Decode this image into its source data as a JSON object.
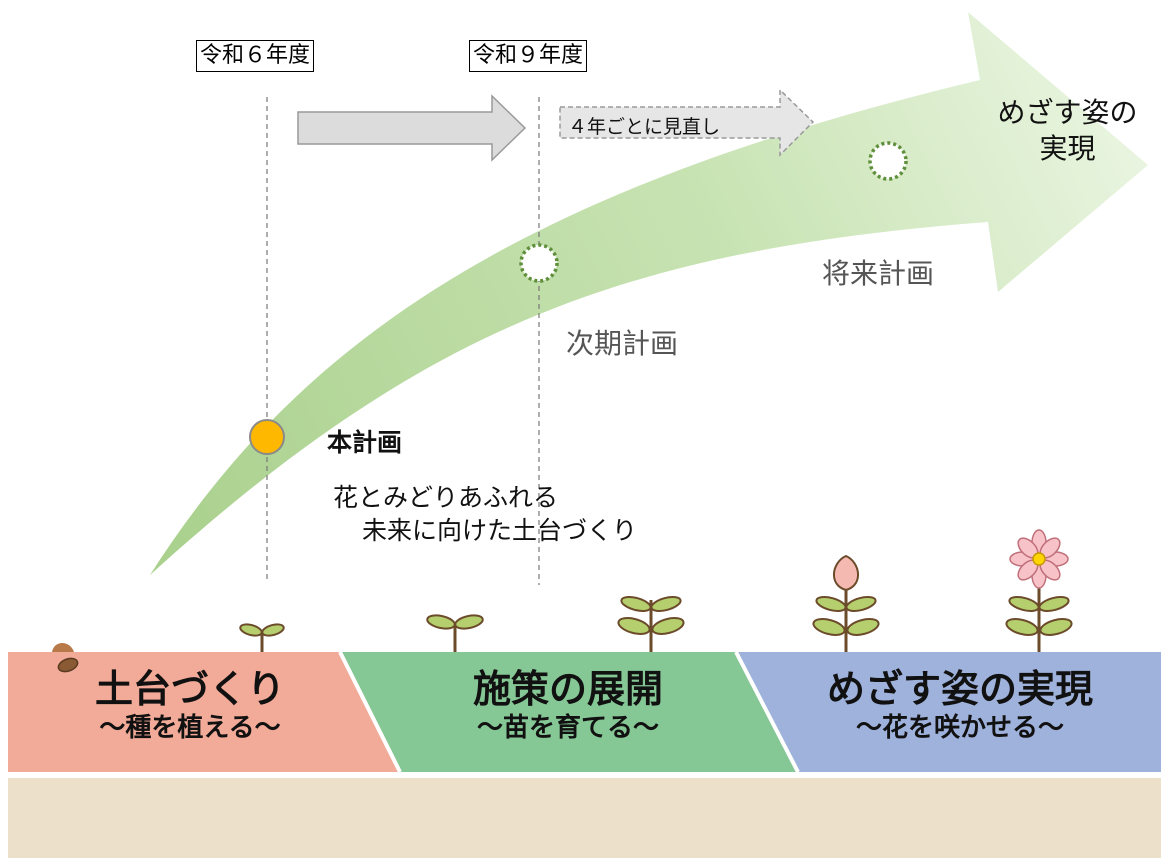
{
  "timeline": {
    "year_start": "令和６年度",
    "year_next": "令和９年度",
    "review_label": "４年ごとに見直し"
  },
  "plans": {
    "main_title": "本計画",
    "main_desc_line1": "花とみどりあふれる",
    "main_desc_line2": "未来に向けた土台づくり",
    "next": "次期計画",
    "future": "将来計画"
  },
  "goal": {
    "line1": "めざす姿の",
    "line2": "実現"
  },
  "stages": [
    {
      "title": "土台づくり",
      "subtitle": "～種を植える～",
      "color": "#f2ab98"
    },
    {
      "title": "施策の展開",
      "subtitle": "～苗を育てる～",
      "color": "#86c796"
    },
    {
      "title": "めざす姿の実現",
      "subtitle": "～花を咲かせる～",
      "color": "#9fb2dc"
    }
  ],
  "colors": {
    "arrow_green": "#b7d99a",
    "current_marker": "#ffb800",
    "future_marker_ring": "#5f8f3a",
    "ground": "#ede0cb"
  }
}
